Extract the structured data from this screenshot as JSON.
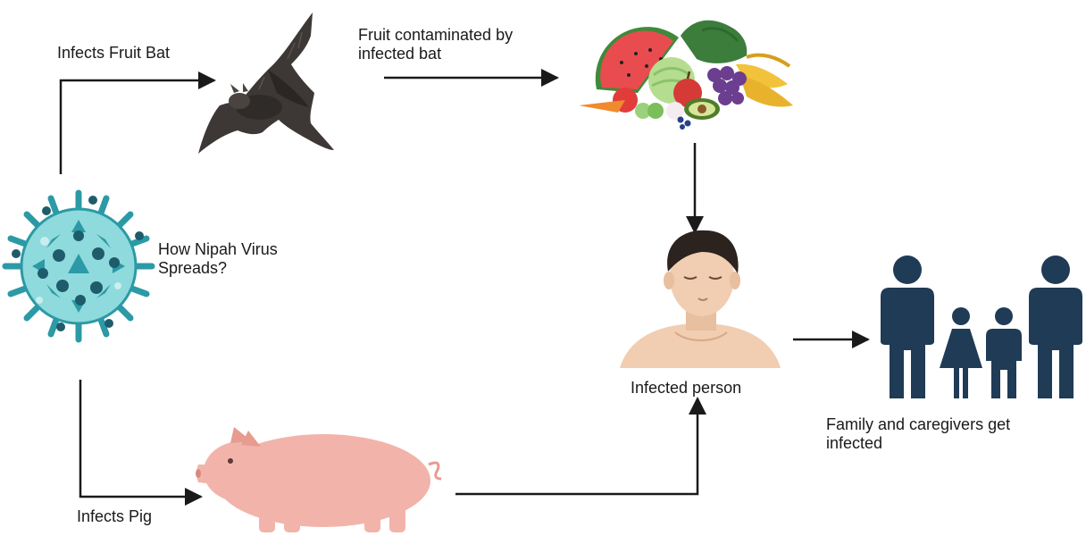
{
  "labels": {
    "infects_bat": "Infects Fruit Bat",
    "fruit_contaminated": "Fruit contaminated by\ninfected bat",
    "virus_title": "How Nipah Virus\nSpreads?",
    "infected_person": "Infected person",
    "family": "Family and caregivers get\ninfected",
    "infects_pig": "Infects Pig"
  },
  "colors": {
    "arrow": "#1a1a1a",
    "virus_body": "#6fcfd2",
    "virus_spike": "#2b9aa6",
    "virus_dark": "#1e5c6b",
    "bat": "#3d3836",
    "pig": "#f2b4aa",
    "skin": "#f1cdb1",
    "hair": "#2c221e",
    "family": "#1f3b56"
  },
  "icons": [
    "virus-icon",
    "fruit-bat-icon",
    "fruits-icon",
    "person-icon",
    "family-icon",
    "pig-icon"
  ]
}
